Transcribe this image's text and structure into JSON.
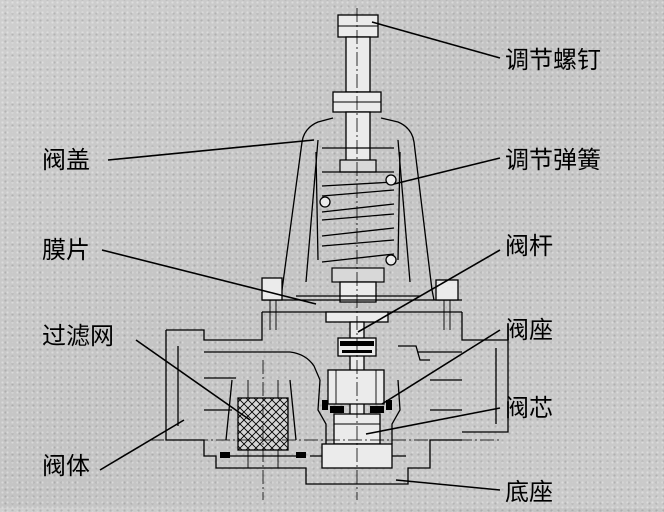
{
  "labels": {
    "adjust_screw": "调节螺钉",
    "bonnet": "阀盖",
    "adjust_spring": "调节弹簧",
    "diaphragm": "膜片",
    "valve_stem": "阀杆",
    "filter_screen": "过滤网",
    "valve_seat": "阀座",
    "valve_core": "阀芯",
    "valve_body": "阀体",
    "base": "底座"
  }
}
